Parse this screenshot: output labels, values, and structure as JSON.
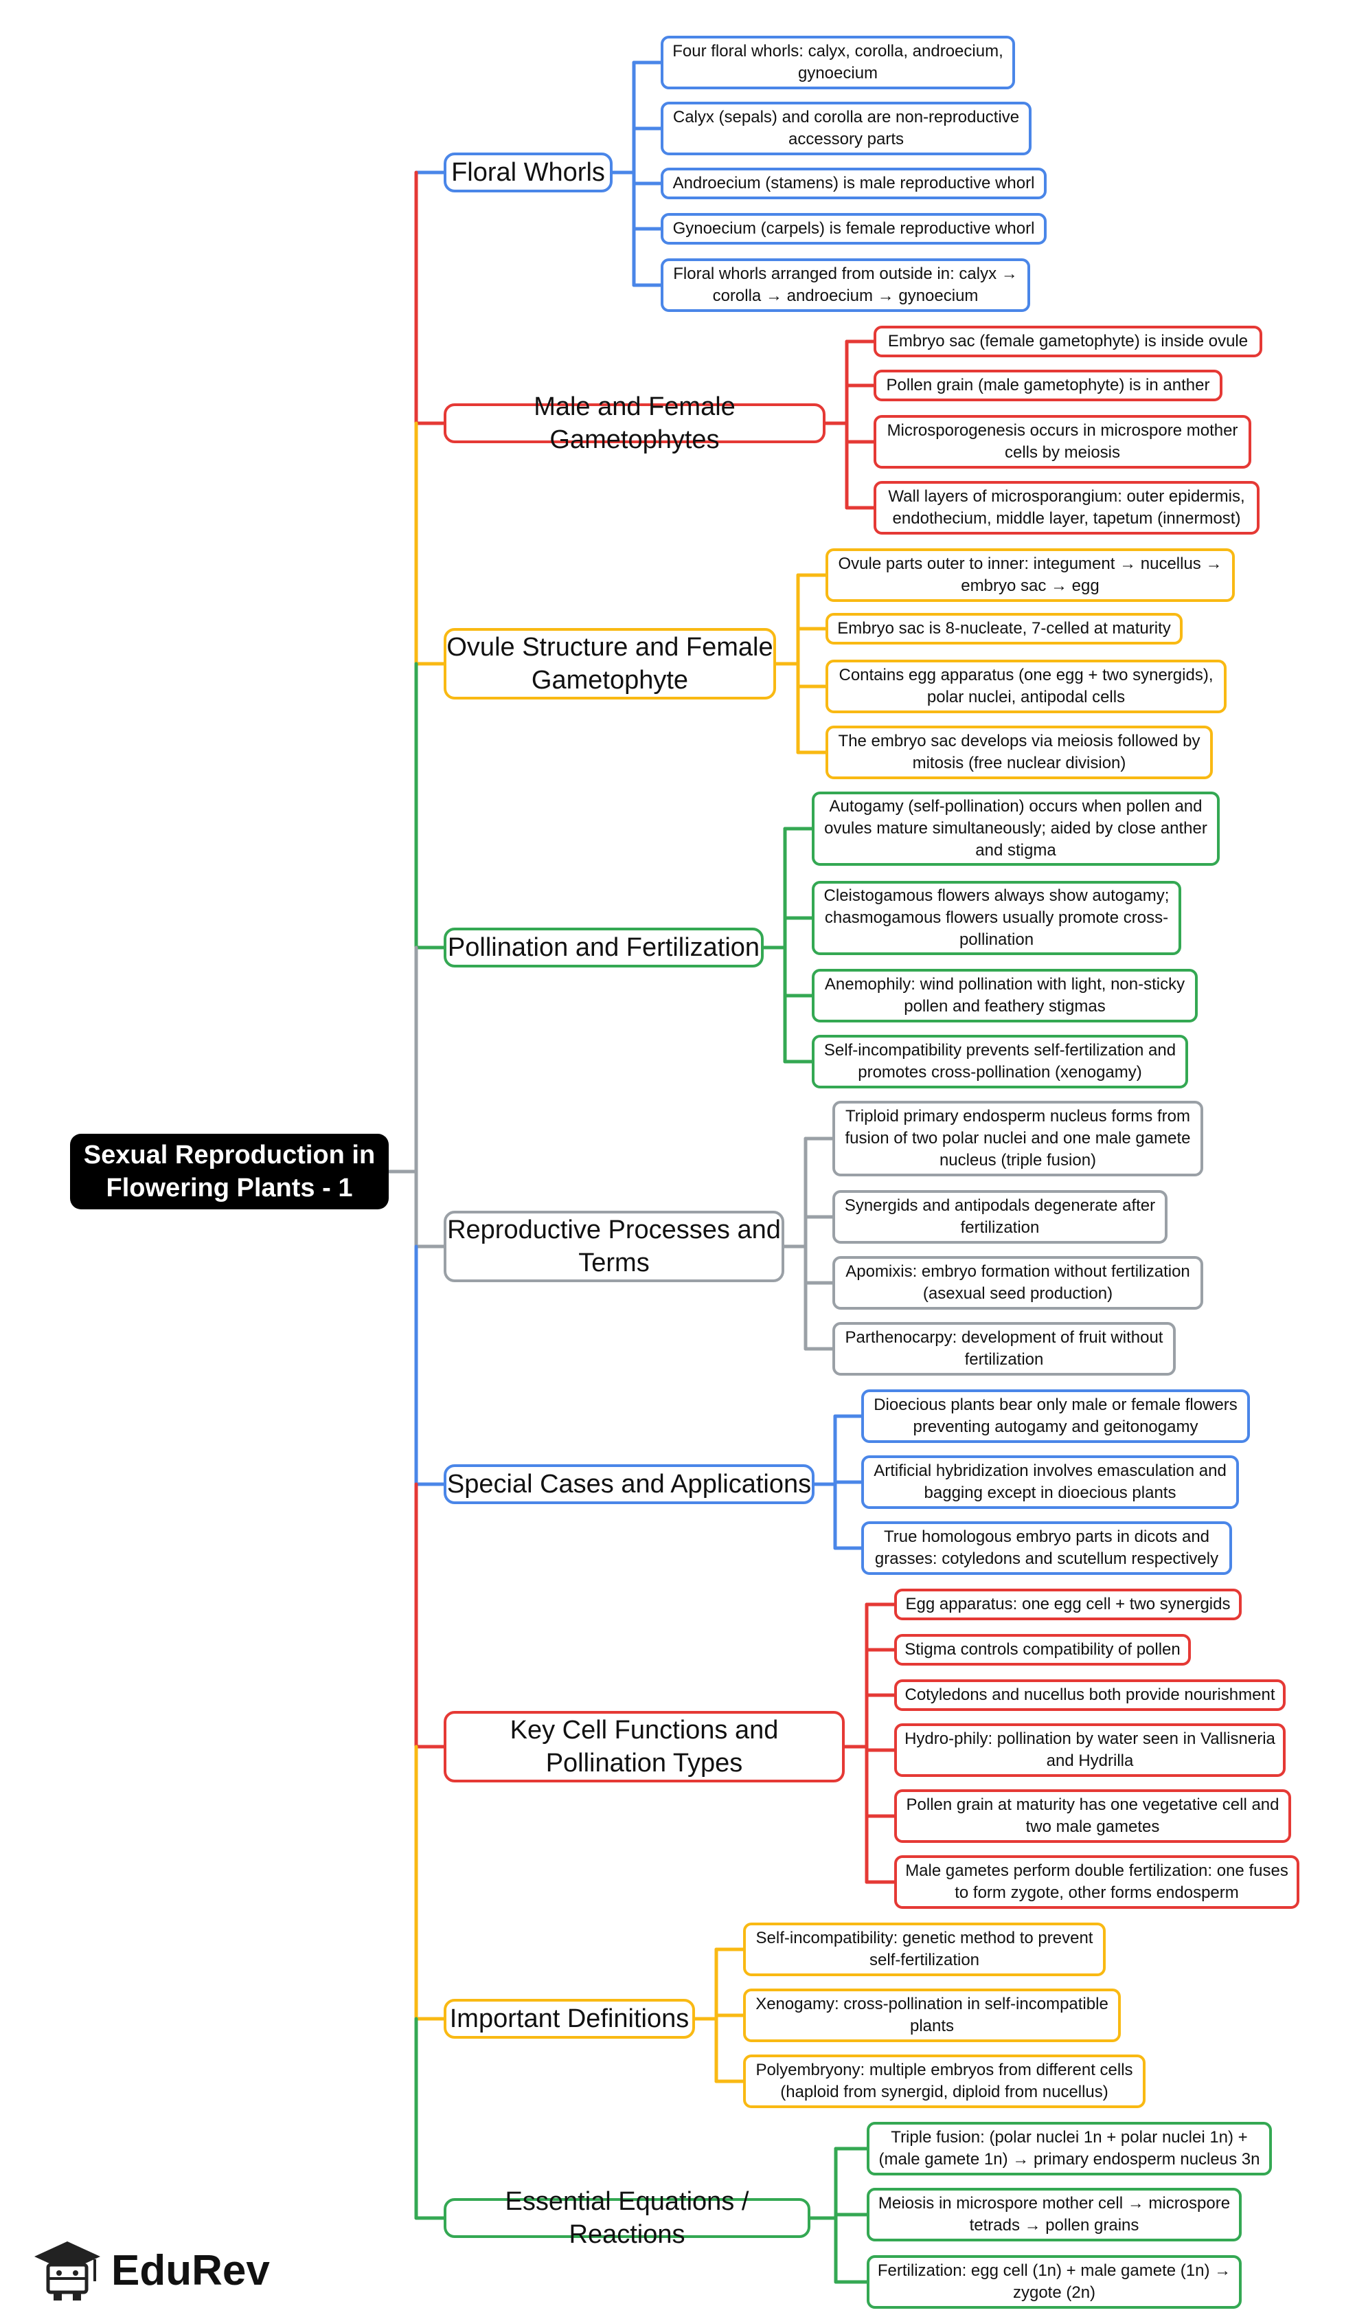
{
  "root": "Sexual Reproduction in Flowering Plants - 1",
  "colors": {
    "blue": "#4a86e8",
    "red": "#e53935",
    "yellow": "#f9b913",
    "green": "#34a853",
    "gray": "#9aa0a6"
  },
  "topics": [
    {
      "label": "Floral Whorls",
      "color": "blue",
      "children": [
        "Four floral whorls: calyx, corolla, androecium, gynoecium",
        "Calyx (sepals) and corolla are non-reproductive accessory parts",
        "Androecium (stamens) is male reproductive whorl",
        "Gynoecium (carpels) is female reproductive whorl",
        "Floral whorls arranged from outside in: calyx → corolla → androecium → gynoecium"
      ]
    },
    {
      "label": "Male and Female Gametophytes",
      "color": "red",
      "children": [
        "Embryo sac (female gametophyte) is inside ovule",
        "Pollen grain (male gametophyte) is in anther",
        "Microsporogenesis occurs in microspore mother cells by meiosis",
        "Wall layers of microsporangium: outer epidermis, endothecium, middle layer, tapetum (innermost)"
      ]
    },
    {
      "label": "Ovule Structure and Female Gametophyte",
      "color": "yellow",
      "children": [
        "Ovule parts outer to inner: integument → nucellus → embryo sac → egg",
        "Embryo sac is 8-nucleate, 7-celled at maturity",
        "Contains egg apparatus (one egg + two synergids), polar nuclei, antipodal cells",
        "The embryo sac develops via meiosis followed by mitosis (free nuclear division)"
      ]
    },
    {
      "label": "Pollination and Fertilization",
      "color": "green",
      "children": [
        "Autogamy (self-pollination) occurs when pollen and ovules mature simultaneously; aided by close anther and stigma",
        "Cleistogamous flowers always show autogamy; chasmogamous flowers usually promote cross-pollination",
        "Anemophily: wind pollination with light, non-sticky pollen and feathery stigmas",
        "Self-incompatibility prevents self-fertilization and promotes cross-pollination (xenogamy)"
      ]
    },
    {
      "label": "Reproductive Processes and Terms",
      "color": "gray",
      "children": [
        "Triploid primary endosperm nucleus forms from fusion of two polar nuclei and one male gamete nucleus (triple fusion)",
        "Synergids and antipodals degenerate after fertilization",
        "Apomixis: embryo formation without fertilization (asexual seed production)",
        "Parthenocarpy: development of fruit without fertilization"
      ]
    },
    {
      "label": "Special Cases and Applications",
      "color": "blue",
      "children": [
        "Dioecious plants bear only male or female flowers preventing autogamy and geitonogamy",
        "Artificial hybridization involves emasculation and bagging except in dioecious plants",
        "True homologous embryo parts in dicots and grasses: cotyledons and scutellum respectively"
      ]
    },
    {
      "label": "Key Cell Functions and Pollination Types",
      "color": "red",
      "children": [
        "Egg apparatus: one egg cell + two synergids",
        "Stigma controls compatibility of pollen",
        "Cotyledons and nucellus both provide nourishment",
        "Hydro-phily: pollination by water seen in Vallisneria and Hydrilla",
        "Pollen grain at maturity has one vegetative cell and two male gametes",
        "Male gametes perform double fertilization: one fuses to form zygote, other forms endosperm"
      ]
    },
    {
      "label": "Important Definitions",
      "color": "yellow",
      "children": [
        "Self-incompatibility: genetic method to prevent self-fertilization",
        "Xenogamy: cross-pollination in self-incompatible plants",
        "Polyembryony: multiple embryos from different cells (haploid from synergid, diploid from nucellus)"
      ]
    },
    {
      "label": "Essential Equations / Reactions",
      "color": "green",
      "children": [
        "Triple fusion: (polar nuclei 1n + polar nuclei 1n) + (male gamete 1n) → primary endosperm nucleus 3n",
        "Meiosis in microspore mother cell → microspore tetrads → pollen grains",
        "Fertilization: egg cell (1n) + male gamete (1n) → zygote (2n)"
      ]
    }
  ],
  "logo": {
    "text": "EduRev",
    "icon": "graduation-cap-icon"
  }
}
